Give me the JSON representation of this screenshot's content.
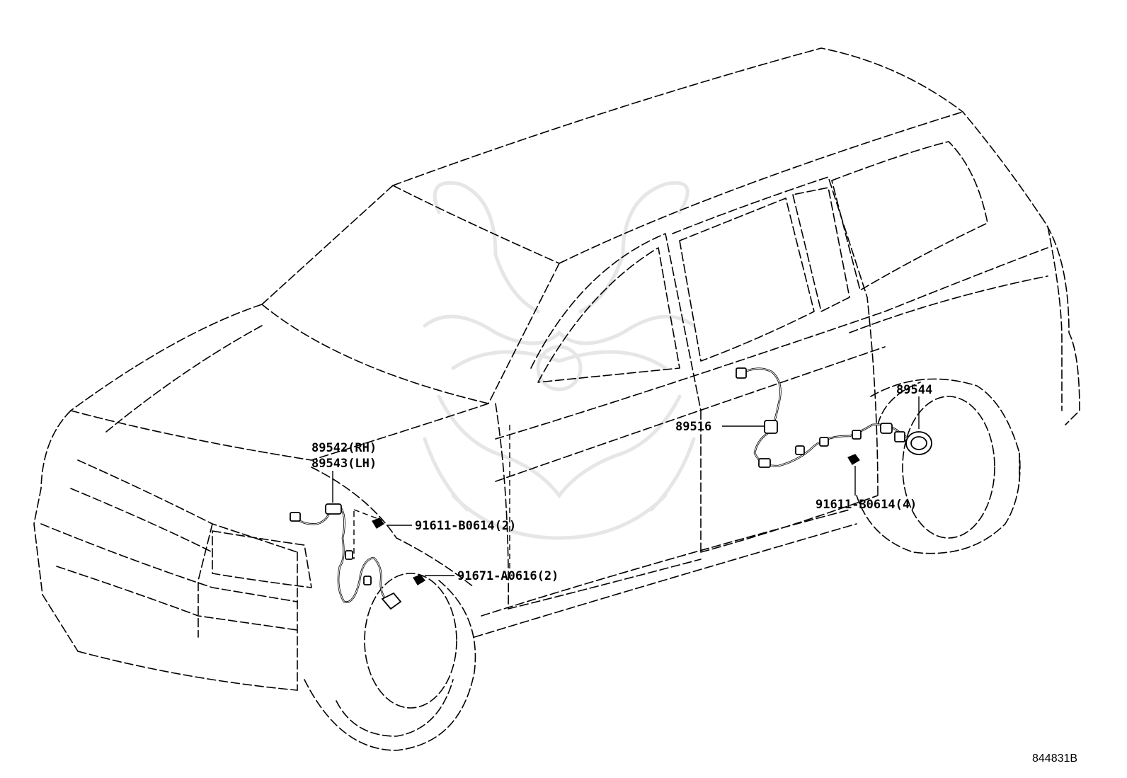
{
  "callouts": {
    "front_sensor_rh": "89542(RH)",
    "front_sensor_lh": "89543(LH)",
    "bolt_upper": "91611-B0614(2)",
    "bolt_lower": "91671-A0616(2)",
    "rear_sensor": "89516",
    "rear_bearing": "89544",
    "bolt_rear": "91611-B0614(4)"
  },
  "figure_code": "844831B"
}
